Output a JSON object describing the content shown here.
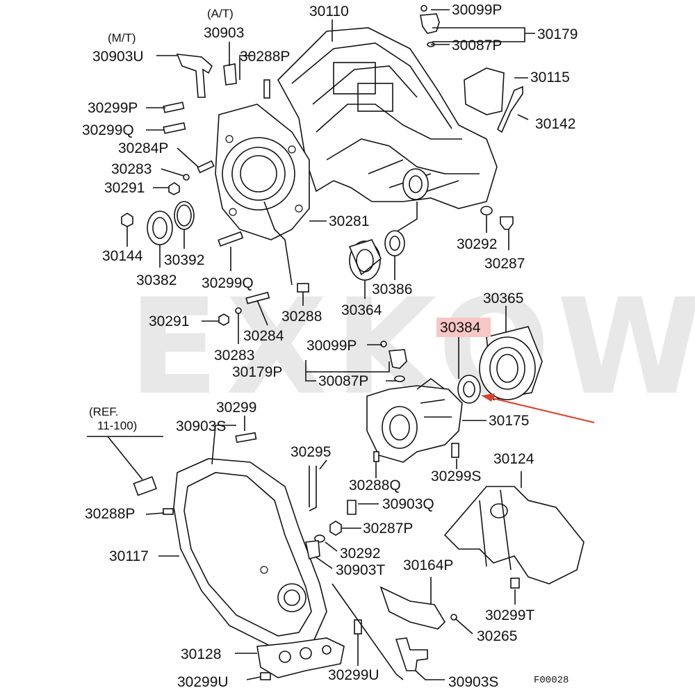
{
  "watermark": "EXKOW",
  "diagram_code": "F00028",
  "notes": {
    "at": "(A/T)",
    "mt": "(M/T)",
    "ref_line1": "(REF.",
    "ref_line2": "11-100)"
  },
  "highlight_color": "#f6c7c4",
  "arrow_color": "#d9402f",
  "parts": [
    {
      "id": "30110",
      "label": "30110"
    },
    {
      "id": "30099P-top",
      "label": "30099P"
    },
    {
      "id": "30087P-top",
      "label": "30087P"
    },
    {
      "id": "30179",
      "label": "30179"
    },
    {
      "id": "30903-at",
      "label": "30903"
    },
    {
      "id": "30903U",
      "label": "30903U"
    },
    {
      "id": "30288P",
      "label": "30288P"
    },
    {
      "id": "30115",
      "label": "30115"
    },
    {
      "id": "30142",
      "label": "30142"
    },
    {
      "id": "30299P",
      "label": "30299P"
    },
    {
      "id": "30299Q-top",
      "label": "30299Q"
    },
    {
      "id": "30284P",
      "label": "30284P"
    },
    {
      "id": "30283-top",
      "label": "30283"
    },
    {
      "id": "30291-top",
      "label": "30291"
    },
    {
      "id": "30281",
      "label": "30281"
    },
    {
      "id": "30292-top",
      "label": "30292"
    },
    {
      "id": "30287",
      "label": "30287"
    },
    {
      "id": "30144",
      "label": "30144"
    },
    {
      "id": "30392",
      "label": "30392"
    },
    {
      "id": "30382",
      "label": "30382"
    },
    {
      "id": "30299Q-mid",
      "label": "30299Q"
    },
    {
      "id": "30386",
      "label": "30386"
    },
    {
      "id": "30364",
      "label": "30364"
    },
    {
      "id": "30365",
      "label": "30365"
    },
    {
      "id": "30384",
      "label": "30384"
    },
    {
      "id": "30291-mid",
      "label": "30291"
    },
    {
      "id": "30288",
      "label": "30288"
    },
    {
      "id": "30284",
      "label": "30284"
    },
    {
      "id": "30283-mid",
      "label": "30283"
    },
    {
      "id": "30099P-mid",
      "label": "30099P"
    },
    {
      "id": "30179P",
      "label": "30179P"
    },
    {
      "id": "30087P-mid",
      "label": "30087P"
    },
    {
      "id": "30175",
      "label": "30175"
    },
    {
      "id": "30299",
      "label": "30299"
    },
    {
      "id": "30903S-top",
      "label": "30903S"
    },
    {
      "id": "30295",
      "label": "30295"
    },
    {
      "id": "30124",
      "label": "30124"
    },
    {
      "id": "30288Q",
      "label": "30288Q"
    },
    {
      "id": "30299S",
      "label": "30299S"
    },
    {
      "id": "30288P-low",
      "label": "30288P"
    },
    {
      "id": "30903Q",
      "label": "30903Q"
    },
    {
      "id": "30287P",
      "label": "30287P"
    },
    {
      "id": "30117",
      "label": "30117"
    },
    {
      "id": "30292-low",
      "label": "30292"
    },
    {
      "id": "30903T",
      "label": "30903T"
    },
    {
      "id": "30164P",
      "label": "30164P"
    },
    {
      "id": "30299T",
      "label": "30299T"
    },
    {
      "id": "30265",
      "label": "30265"
    },
    {
      "id": "30128",
      "label": "30128"
    },
    {
      "id": "30299U",
      "label": "30299U"
    },
    {
      "id": "30299U-b",
      "label": "30299U"
    },
    {
      "id": "30903S-low",
      "label": "30903S"
    }
  ]
}
